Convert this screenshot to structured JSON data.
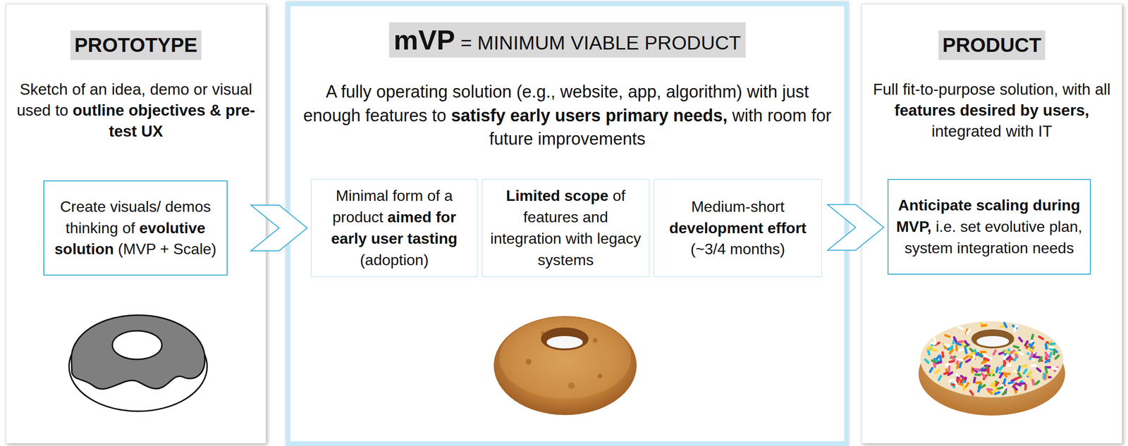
{
  "diagram": {
    "nodes": [
      {
        "text": [
          "PROTOTYPE",
          "Sketch of an idea, demo or visual used to outline objectives & pre-test UX"
        ]
      },
      {
        "text": [
          "Create visuals/ demos thinking of evolutive solution (MVP + Scale)"
        ],
        "in": 0
      },
      {
        "text": [
          "mVP = MINIMUM VIABLE PRODUCT",
          "A fully operating solution (e.g., website, app, algorithm) with just enough features to satisfy early users primary needs, with room for future improvements"
        ]
      },
      {
        "text": [
          "Minimal form of a product aimed for early user tasting (adoption)"
        ],
        "in": 2
      },
      {
        "text": [
          "Limited scope of features and integration with legacy systems"
        ],
        "in": 2
      },
      {
        "text": [
          "Medium-short development effort (~3/4 months)"
        ],
        "in": 2
      },
      {
        "text": [
          "PRODUCT",
          "Full fit-to-purpose solution, with all features desired by users, integrated with IT"
        ]
      },
      {
        "text": [
          "Anticipate scaling during MVP, i.e. set evolutive plan, system integration needs"
        ],
        "in": 6
      }
    ],
    "edges": [
      {
        "from": 1,
        "to": 3,
        "arrow": "to"
      },
      {
        "from": 5,
        "to": 7,
        "arrow": "to"
      }
    ]
  }
}
